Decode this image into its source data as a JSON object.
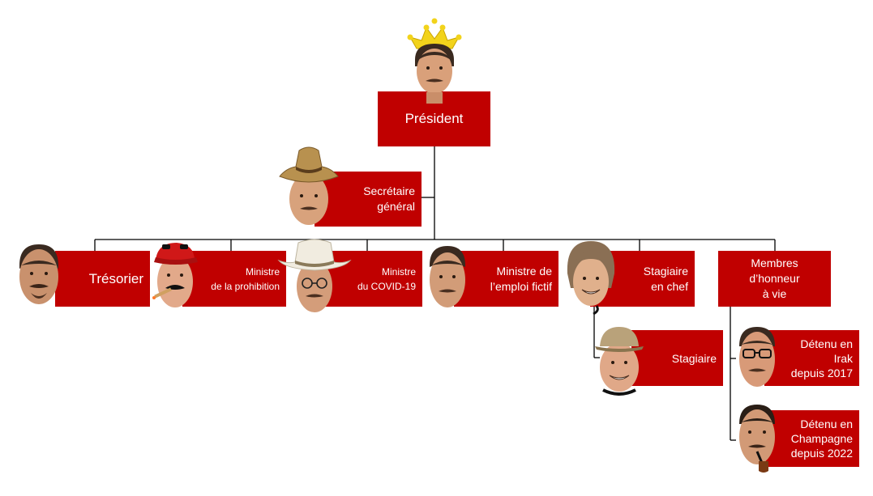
{
  "colors": {
    "box": "#c00000",
    "box_text": "#ffffff",
    "line": "#000000"
  },
  "president": {
    "label": "Président",
    "avatar": "crowned-face-icon"
  },
  "secretary": {
    "label": "Secrétaire\ngénéral",
    "avatar": "straw-hat-face-icon"
  },
  "ministers": [
    {
      "label": "Trésorier",
      "avatar": "face-icon"
    },
    {
      "label": "Ministre\nde  la prohibition",
      "avatar": "red-cap-cigar-face-icon"
    },
    {
      "label": "Ministre\ndu  COVID-19",
      "avatar": "cowboy-hat-face-icon"
    },
    {
      "label": "Ministre de\nl’emploi fictif",
      "avatar": "face-icon"
    },
    {
      "label": "Stagiaire\nen chef",
      "avatar": "wig-headset-face-icon"
    },
    {
      "label": "Membres\nd’honneur\nà vie",
      "avatar": ""
    }
  ],
  "intern": {
    "label": "Stagiaire",
    "avatar": "cap-headset-face-icon"
  },
  "honorary": [
    {
      "label": "Détenu en\nIrak\ndepuis 2017",
      "avatar": "glasses-face-icon"
    },
    {
      "label": "Détenu en\nChampagne\ndepuis 2022",
      "avatar": "pipe-face-icon"
    }
  ]
}
